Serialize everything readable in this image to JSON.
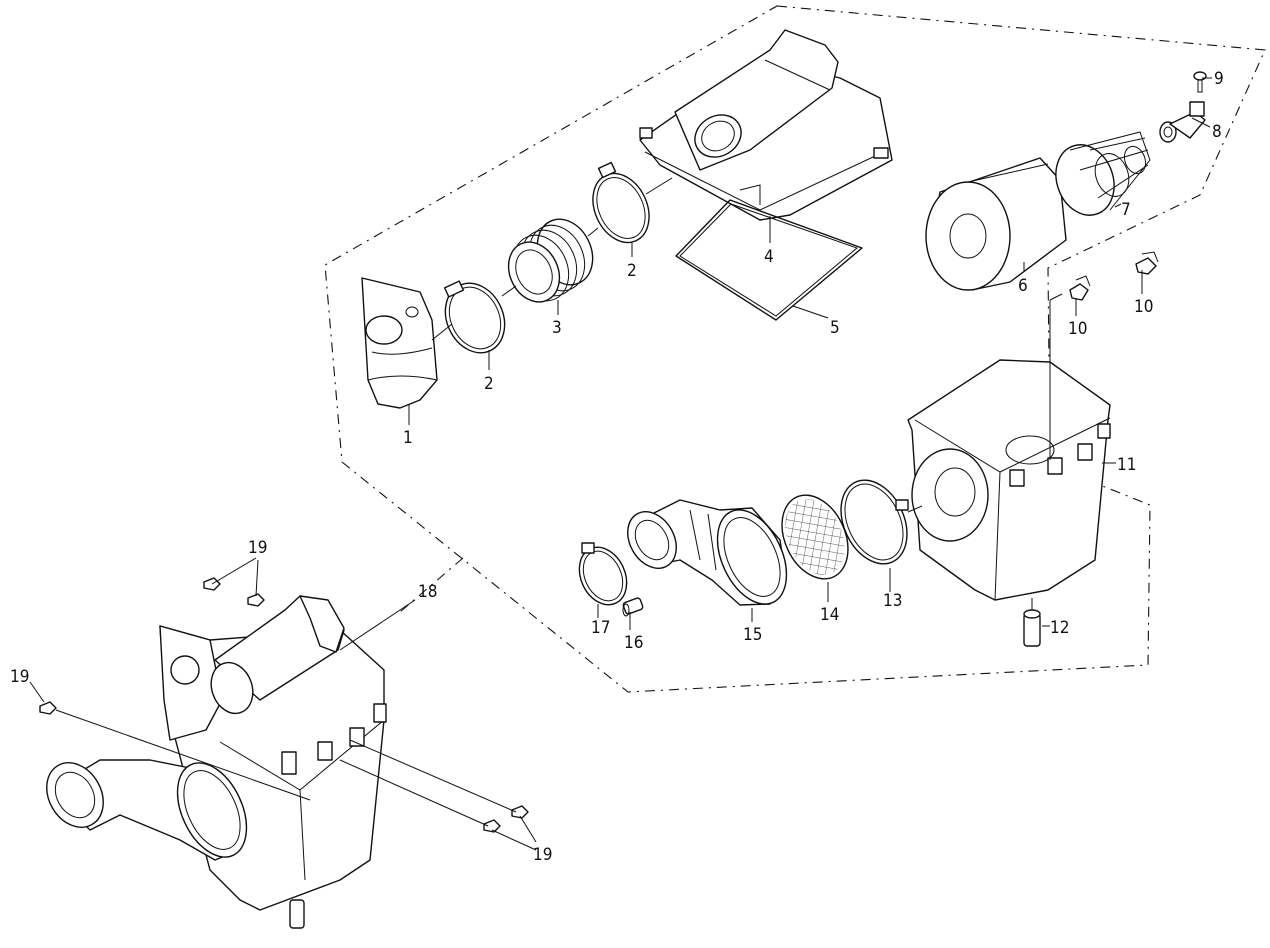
{
  "diagram": {
    "type": "exploded-parts-diagram",
    "parts": [
      {
        "callout": "1",
        "component": "air-intake-duct"
      },
      {
        "callout": "2",
        "component": "hose-clamp"
      },
      {
        "callout": "3",
        "component": "bellows-connector-hose"
      },
      {
        "callout": "4",
        "component": "air-box-cover"
      },
      {
        "callout": "5",
        "component": "cover-seal-gasket"
      },
      {
        "callout": "6",
        "component": "air-filter-element"
      },
      {
        "callout": "7",
        "component": "filter-support-cage"
      },
      {
        "callout": "8",
        "component": "cage-retainer-bracket"
      },
      {
        "callout": "9",
        "component": "bolt"
      },
      {
        "callout": "10",
        "component": "spring-clip"
      },
      {
        "callout": "11",
        "component": "air-box-housing"
      },
      {
        "callout": "12",
        "component": "drain-tube"
      },
      {
        "callout": "13",
        "component": "hose-clamp"
      },
      {
        "callout": "14",
        "component": "mesh-screen"
      },
      {
        "callout": "15",
        "component": "outlet-elbow-hose"
      },
      {
        "callout": "16",
        "component": "nipple-fitting"
      },
      {
        "callout": "17",
        "component": "hose-clamp"
      },
      {
        "callout": "18",
        "component": "air-cleaner-assembly"
      },
      {
        "callout": "19",
        "component": "mounting-bolt"
      }
    ]
  },
  "labels": {
    "l1": "1",
    "l2a": "2",
    "l2b": "2",
    "l3": "3",
    "l4": "4",
    "l5": "5",
    "l6": "6",
    "l7": "7",
    "l8": "8",
    "l9": "9",
    "l10a": "10",
    "l10b": "10",
    "l11": "11",
    "l12": "12",
    "l13": "13",
    "l14": "14",
    "l15": "15",
    "l16": "16",
    "l17": "17",
    "l18": "18",
    "l19a": "19",
    "l19b": "19",
    "l19c": "19"
  }
}
